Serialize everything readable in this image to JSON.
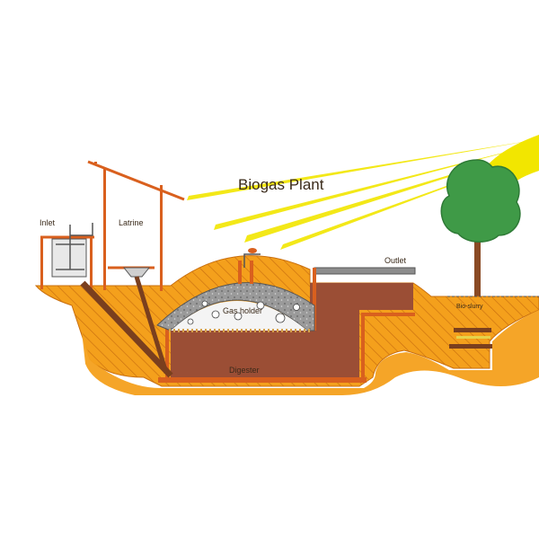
{
  "title": "Biogas Plant",
  "labels": {
    "inlet": "Inlet",
    "latrine": "Latrine",
    "gas_holder": "Gas holder",
    "outlet": "Outlet",
    "bio_slurry": "Bio-slurry",
    "digester": "Digester"
  },
  "colors": {
    "ground": "#f4a01c",
    "ground_hatch": "#c96f0f",
    "digester": "#9b4e35",
    "pipe": "#d9601e",
    "sun": "#f2e600",
    "tree": "#3f9a47",
    "trunk": "#8a4a24",
    "dome": "#8d8d8d"
  }
}
